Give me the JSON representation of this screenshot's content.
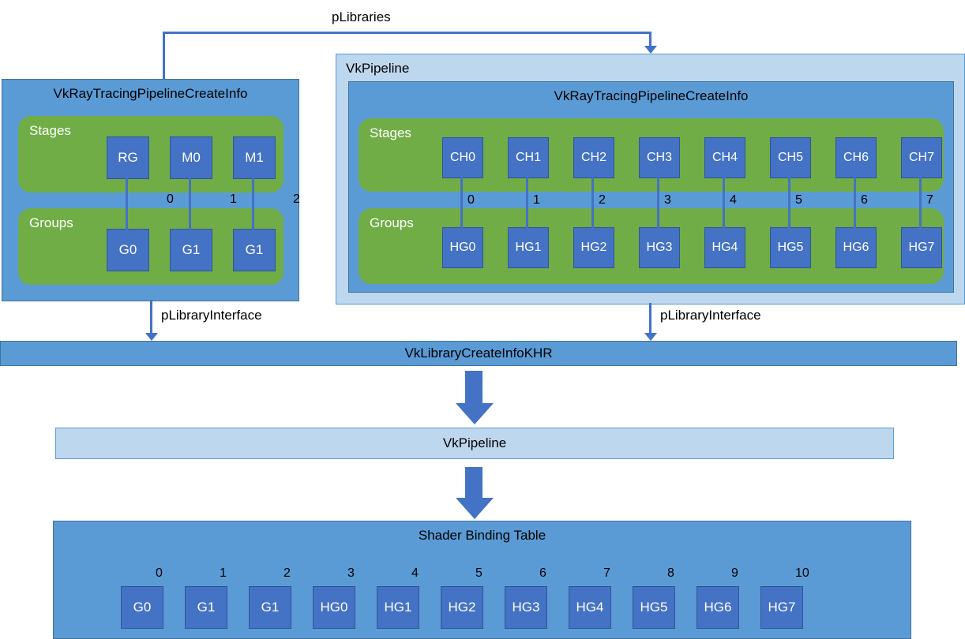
{
  "colors": {
    "medium_blue": "#5B9BD5",
    "medium_blue_border": "#41719C",
    "light_blue": "#BDD7EE",
    "light_blue_border": "#5B9BD5",
    "green": "#70AD47",
    "dark_blue": "#4472C4",
    "square_border": "#2F5597"
  },
  "connectors": {
    "plibraries_label": "pLibraries",
    "left_interface_label": "pLibraryInterface",
    "right_interface_label": "pLibraryInterface"
  },
  "left_pipeline": {
    "title": "VkRayTracingPipelineCreateInfo",
    "stages_label": "Stages",
    "groups_label": "Groups",
    "stages": [
      "RG",
      "M0",
      "M1"
    ],
    "indices": [
      "0",
      "1",
      "2"
    ],
    "groups": [
      "G0",
      "G1",
      "G1"
    ]
  },
  "right_pipeline": {
    "outer_title": "VkPipeline",
    "title": "VkRayTracingPipelineCreateInfo",
    "stages_label": "Stages",
    "groups_label": "Groups",
    "stages": [
      "CH0",
      "CH1",
      "CH2",
      "CH3",
      "CH4",
      "CH5",
      "CH6",
      "CH7"
    ],
    "indices": [
      "0",
      "1",
      "2",
      "3",
      "4",
      "5",
      "6",
      "7"
    ],
    "groups": [
      "HG0",
      "HG1",
      "HG2",
      "HG3",
      "HG4",
      "HG5",
      "HG6",
      "HG7"
    ]
  },
  "library_bar": {
    "label": "VkLibraryCreateInfoKHR"
  },
  "pipeline_bar": {
    "label": "VkPipeline"
  },
  "shader_binding_table": {
    "title": "Shader Binding Table",
    "indices": [
      "0",
      "1",
      "2",
      "3",
      "4",
      "5",
      "6",
      "7",
      "8",
      "9",
      "10"
    ],
    "entries": [
      "G0",
      "G1",
      "G1",
      "HG0",
      "HG1",
      "HG2",
      "HG3",
      "HG4",
      "HG5",
      "HG6",
      "HG7"
    ]
  }
}
